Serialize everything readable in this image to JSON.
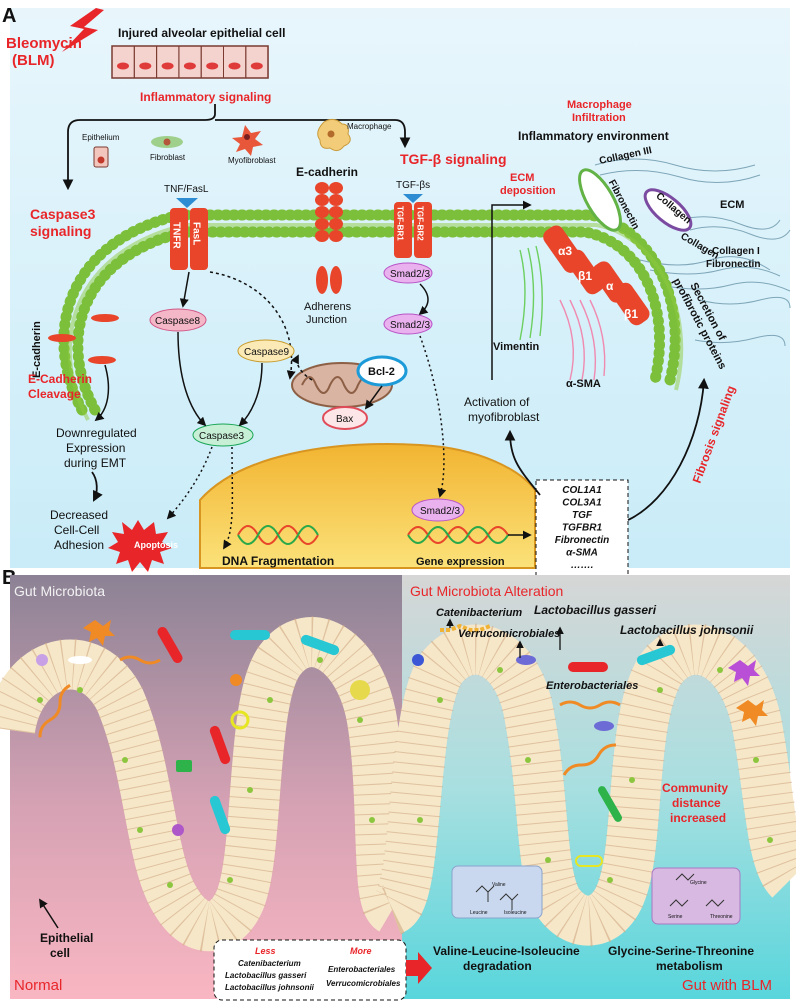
{
  "panelA": {
    "letter": "A",
    "bleomycin": [
      "Bleomycin",
      "(BLM)"
    ],
    "injured_cell": "Injured alveolar epithelial cell",
    "inflammatory_signaling": "Inflammatory signaling",
    "cell_types": [
      "Epithelium",
      "Fibroblast",
      "Myofibroblast",
      "Macrophage"
    ],
    "macrophage_infiltration": [
      "Macrophage",
      "Infiltration"
    ],
    "inflammatory_environment": "Inflammatory environment",
    "tgf_signaling": "TGF-β signaling",
    "caspase3_signaling": [
      "Caspase3",
      "signaling"
    ],
    "tnf_fasl": "TNF/FasL",
    "tnfr": "TNFR",
    "fasl": "FasL",
    "e_cadherin_top": "E-cadherin",
    "tgf_bs": "TGF-βs",
    "tgf_br1": "TGF-BR1",
    "tgf_br2": "TGF-BR2",
    "smad_a": "Smad2/3",
    "smad_b": "Smad2/3",
    "smad_c": "Smad2/3",
    "ecm_deposition": [
      "ECM",
      "deposition"
    ],
    "fibronectin": "Fibronectin",
    "collagen_iii": "Collagen III",
    "collagen": "Collagen",
    "collagen_2": "Collagen",
    "ecm": "ECM",
    "collagen_i_fibronectin": [
      "Collagen I",
      "Fibronectin"
    ],
    "alpha3": "α3",
    "beta1a": "β1",
    "alpha": "α",
    "beta1b": "β1",
    "secretion": [
      "Secretion of",
      "profibrotic proteins"
    ],
    "vimentin": "Vimentin",
    "alpha_sma": "α-SMA",
    "adherens": [
      "Adherens",
      "Junction"
    ],
    "caspase8": "Caspase8",
    "caspase9": "Caspase9",
    "caspase3": "Caspase3",
    "bcl2": "Bcl-2",
    "bax": "Bax",
    "e_cadherin_left": "E-cadherin",
    "e_cadherin_cleavage": [
      "E-Cadherin",
      "Cleavage"
    ],
    "downregulated": [
      "Downregulated",
      "Expression",
      "during EMT"
    ],
    "decreased": [
      "Decreased",
      "Cell-Cell",
      "Adhesion"
    ],
    "apoptosis": "Apoptosis",
    "dna_fragmentation": "DNA Fragmentation",
    "gene_expression": "Gene expression",
    "activation": [
      "Activation of",
      "myofibroblast"
    ],
    "fibrosis_signaling": "Fibrosis signaling",
    "genes": [
      "COL1A1",
      "COL3A1",
      "TGF",
      "TGFBR1",
      "Fibronectin",
      "α-SMA",
      "……."
    ]
  },
  "panelB": {
    "letter": "B",
    "gut_microbiota": "Gut Microbiota",
    "gut_alteration": "Gut Microbiota Alteration",
    "catenibacterium": "Catenibacterium",
    "verrucomicrobiales": "Verrucomicrobiales",
    "l_gasseri": "Lactobacillus gasseri",
    "l_johnsonii": "Lactobacillus johnsonii",
    "enterobacteriales": "Enterobacteriales",
    "community": [
      "Community",
      "distance",
      "increased"
    ],
    "epithelial_cell": [
      "Epithelial",
      "cell"
    ],
    "normal": "Normal",
    "gut_with_blm": "Gut with BLM",
    "less_title": "Less",
    "less_items": [
      "Catenibacterium",
      "Lactobacillus gasseri",
      "Lactobacillus johnsonii"
    ],
    "more_title": "More",
    "more_items": [
      "Enterobacteriales",
      "Verrucomicrobiales"
    ],
    "vli_pathway": [
      "Valine-Leucine-Isoleucine",
      "degradation"
    ],
    "gst_pathway": [
      "Glycine-Serine-Threonine",
      "metabolism"
    ],
    "vli_molecules": [
      "Valine",
      "Leucine",
      "Isoleucine"
    ],
    "gst_molecules": [
      "Glycine",
      "Serine",
      "Threonine"
    ]
  }
}
